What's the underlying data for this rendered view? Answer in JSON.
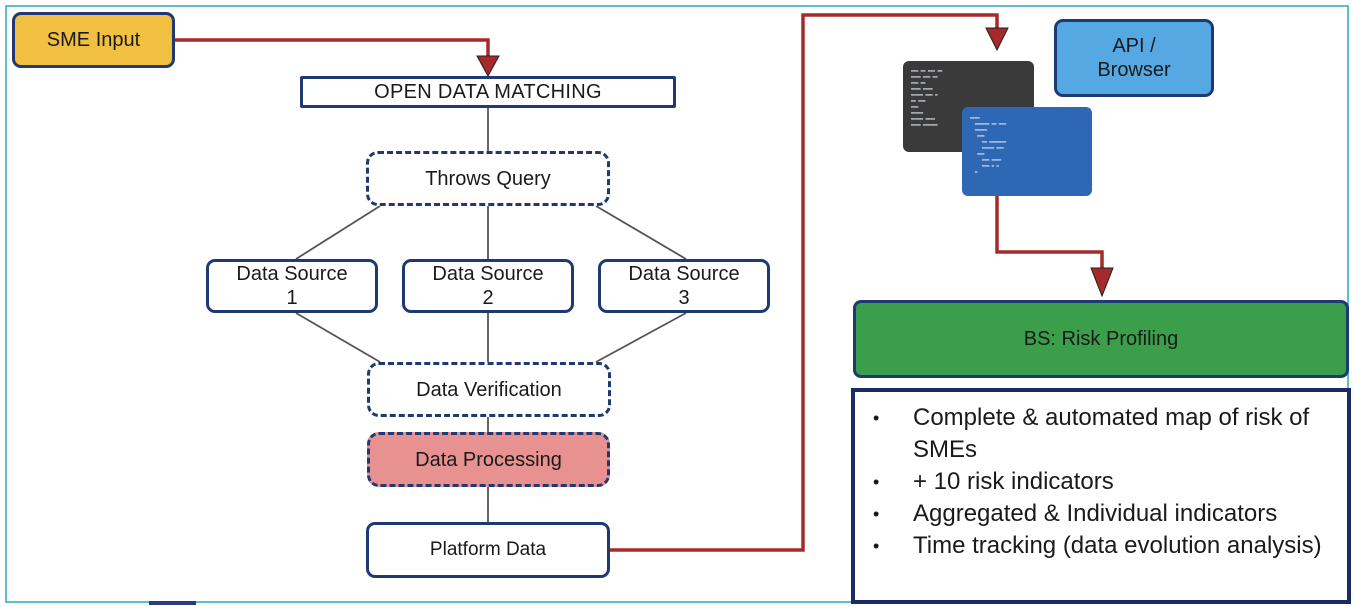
{
  "nodes": {
    "sme_input": "SME Input",
    "open_data_matching": "OPEN DATA MATCHING",
    "throws_query": "Throws Query",
    "data_sources": [
      {
        "label": "Data Source",
        "number": "1"
      },
      {
        "label": "Data Source",
        "number": "2"
      },
      {
        "label": "Data Source",
        "number": "3"
      }
    ],
    "data_verification": "Data Verification",
    "data_processing": "Data Processing",
    "platform_data": "Platform Data",
    "api_browser_line1": "API /",
    "api_browser_line2": "Browser",
    "bs_risk_profiling": "BS: Risk Profiling"
  },
  "bullets": [
    "Complete & automated map of risk of SMEs",
    "+ 10 risk indicators",
    "Aggregated & Individual indicators",
    "Time tracking (data evolution analysis)"
  ],
  "colors": {
    "arrow": "#a52a2a",
    "connector": "#555555",
    "box_border": "#1f3a73",
    "sme_fill": "#f1c041",
    "processing_fill": "#e79191",
    "api_fill": "#56a8e2",
    "bs_fill": "#3a9e4b"
  }
}
